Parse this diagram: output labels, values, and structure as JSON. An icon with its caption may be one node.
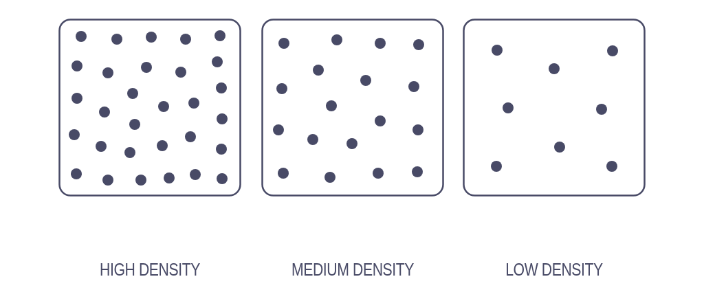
{
  "diagram": {
    "nodes": [
      {
        "text": [
          "HIGH DENSITY"
        ]
      },
      {
        "text": [
          "MEDIUM DENSITY"
        ]
      },
      {
        "text": [
          "LOW DENSITY"
        ]
      }
    ],
    "edges": []
  }
}
